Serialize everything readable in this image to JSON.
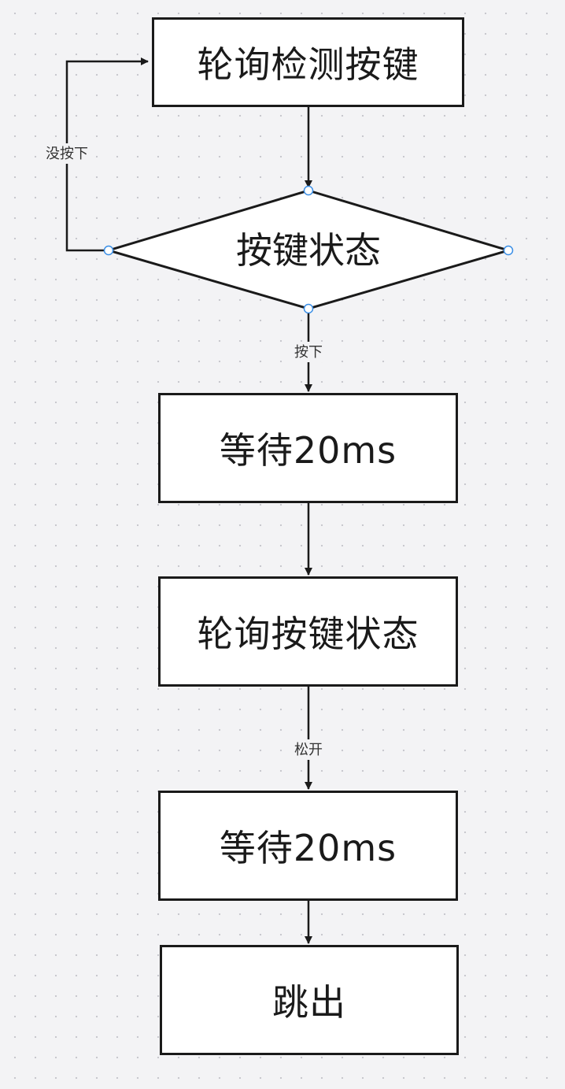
{
  "nodes": {
    "poll_detect": "轮询检测按键",
    "key_state": "按键状态",
    "wait_1": "等待20ms",
    "poll_state": "轮询按键状态",
    "wait_2": "等待20ms",
    "exit": "跳出"
  },
  "edges": {
    "not_pressed": "没按下",
    "pressed": "按下",
    "released": "松开"
  }
}
